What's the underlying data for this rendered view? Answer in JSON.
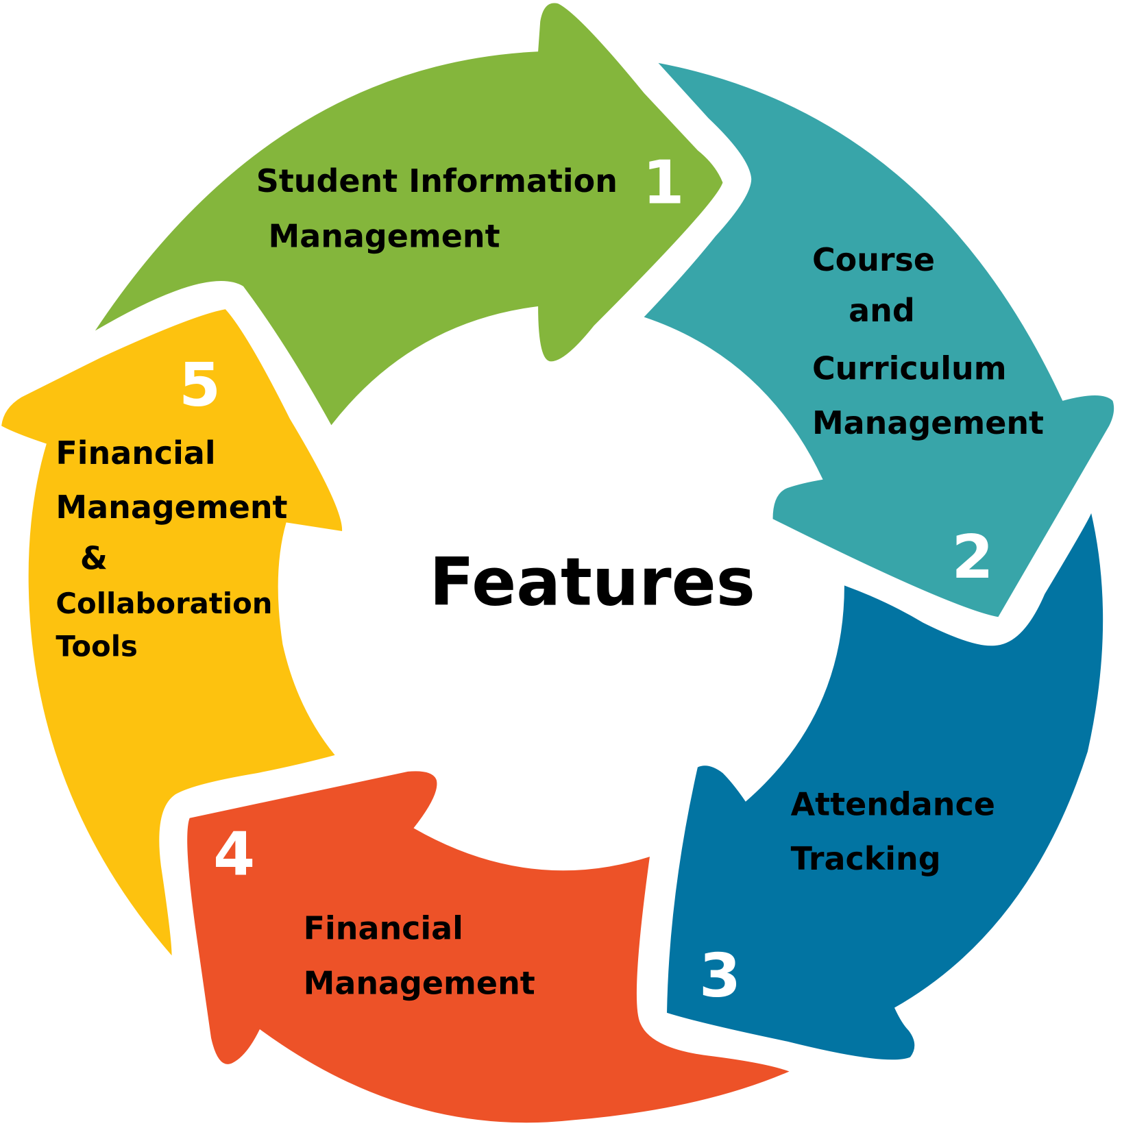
{
  "title": "Features",
  "colors": {
    "green": "#84b63c",
    "teal": "#38a5a9",
    "blue": "#0274a2",
    "orange": "#ed5228",
    "yellow": "#fdc20f"
  },
  "segments": [
    {
      "number": "1",
      "lines": [
        "Student Information",
        "Management"
      ]
    },
    {
      "number": "2",
      "lines": [
        "Course",
        "and",
        "Curriculum",
        "Management"
      ]
    },
    {
      "number": "3",
      "lines": [
        "Attendance",
        "Tracking"
      ]
    },
    {
      "number": "4",
      "lines": [
        "Financial",
        "Management"
      ]
    },
    {
      "number": "5",
      "lines": [
        "Financial",
        "Management",
        "&",
        "Collaboration",
        "Tools"
      ]
    }
  ]
}
